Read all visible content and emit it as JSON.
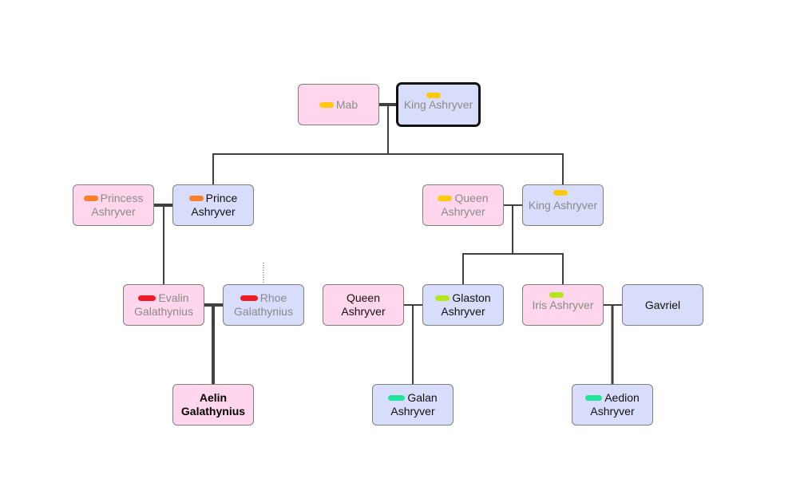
{
  "people": {
    "mab": {
      "name": "Mab",
      "mark_color": "#ffc90e"
    },
    "king_ashryver_top": {
      "name": "King Ashryver",
      "mark_color": "#ffc90e"
    },
    "princess_ashryver": {
      "line1": "Princess",
      "line2": "Ashryver",
      "mark_color": "#ff7f27"
    },
    "prince_ashryver": {
      "line1": "Prince",
      "line2": "Ashryver",
      "mark_color": "#ff7f27"
    },
    "queen_ashryver_1": {
      "line1": "Queen",
      "line2": "Ashryver",
      "mark_color": "#ffc90e"
    },
    "king_ashryver_2": {
      "name": "King Ashryver",
      "mark_color": "#ffc90e"
    },
    "evalin": {
      "line1": "Evalin",
      "line2": "Galathynius",
      "mark_color": "#ed1c24"
    },
    "rhoe": {
      "line1": "Rhoe",
      "line2": "Galathynius",
      "mark_color": "#ed1c24"
    },
    "queen_ashryver_2": {
      "line1": "Queen",
      "line2": "Ashryver"
    },
    "glaston": {
      "line1": "Glaston",
      "line2": "Ashryver",
      "mark_color": "#b5e61d"
    },
    "iris": {
      "name": "Iris Ashryver",
      "mark_color": "#b5e61d"
    },
    "gavriel": {
      "name": "Gavriel"
    },
    "aelin": {
      "line1": "Aelin",
      "line2": "Galathynius"
    },
    "galan": {
      "line1": "Galan",
      "line2": "Ashryver",
      "mark_color": "#22e39a"
    },
    "aedion": {
      "line1": "Aedion",
      "line2": "Ashryver",
      "mark_color": "#22e39a"
    }
  }
}
